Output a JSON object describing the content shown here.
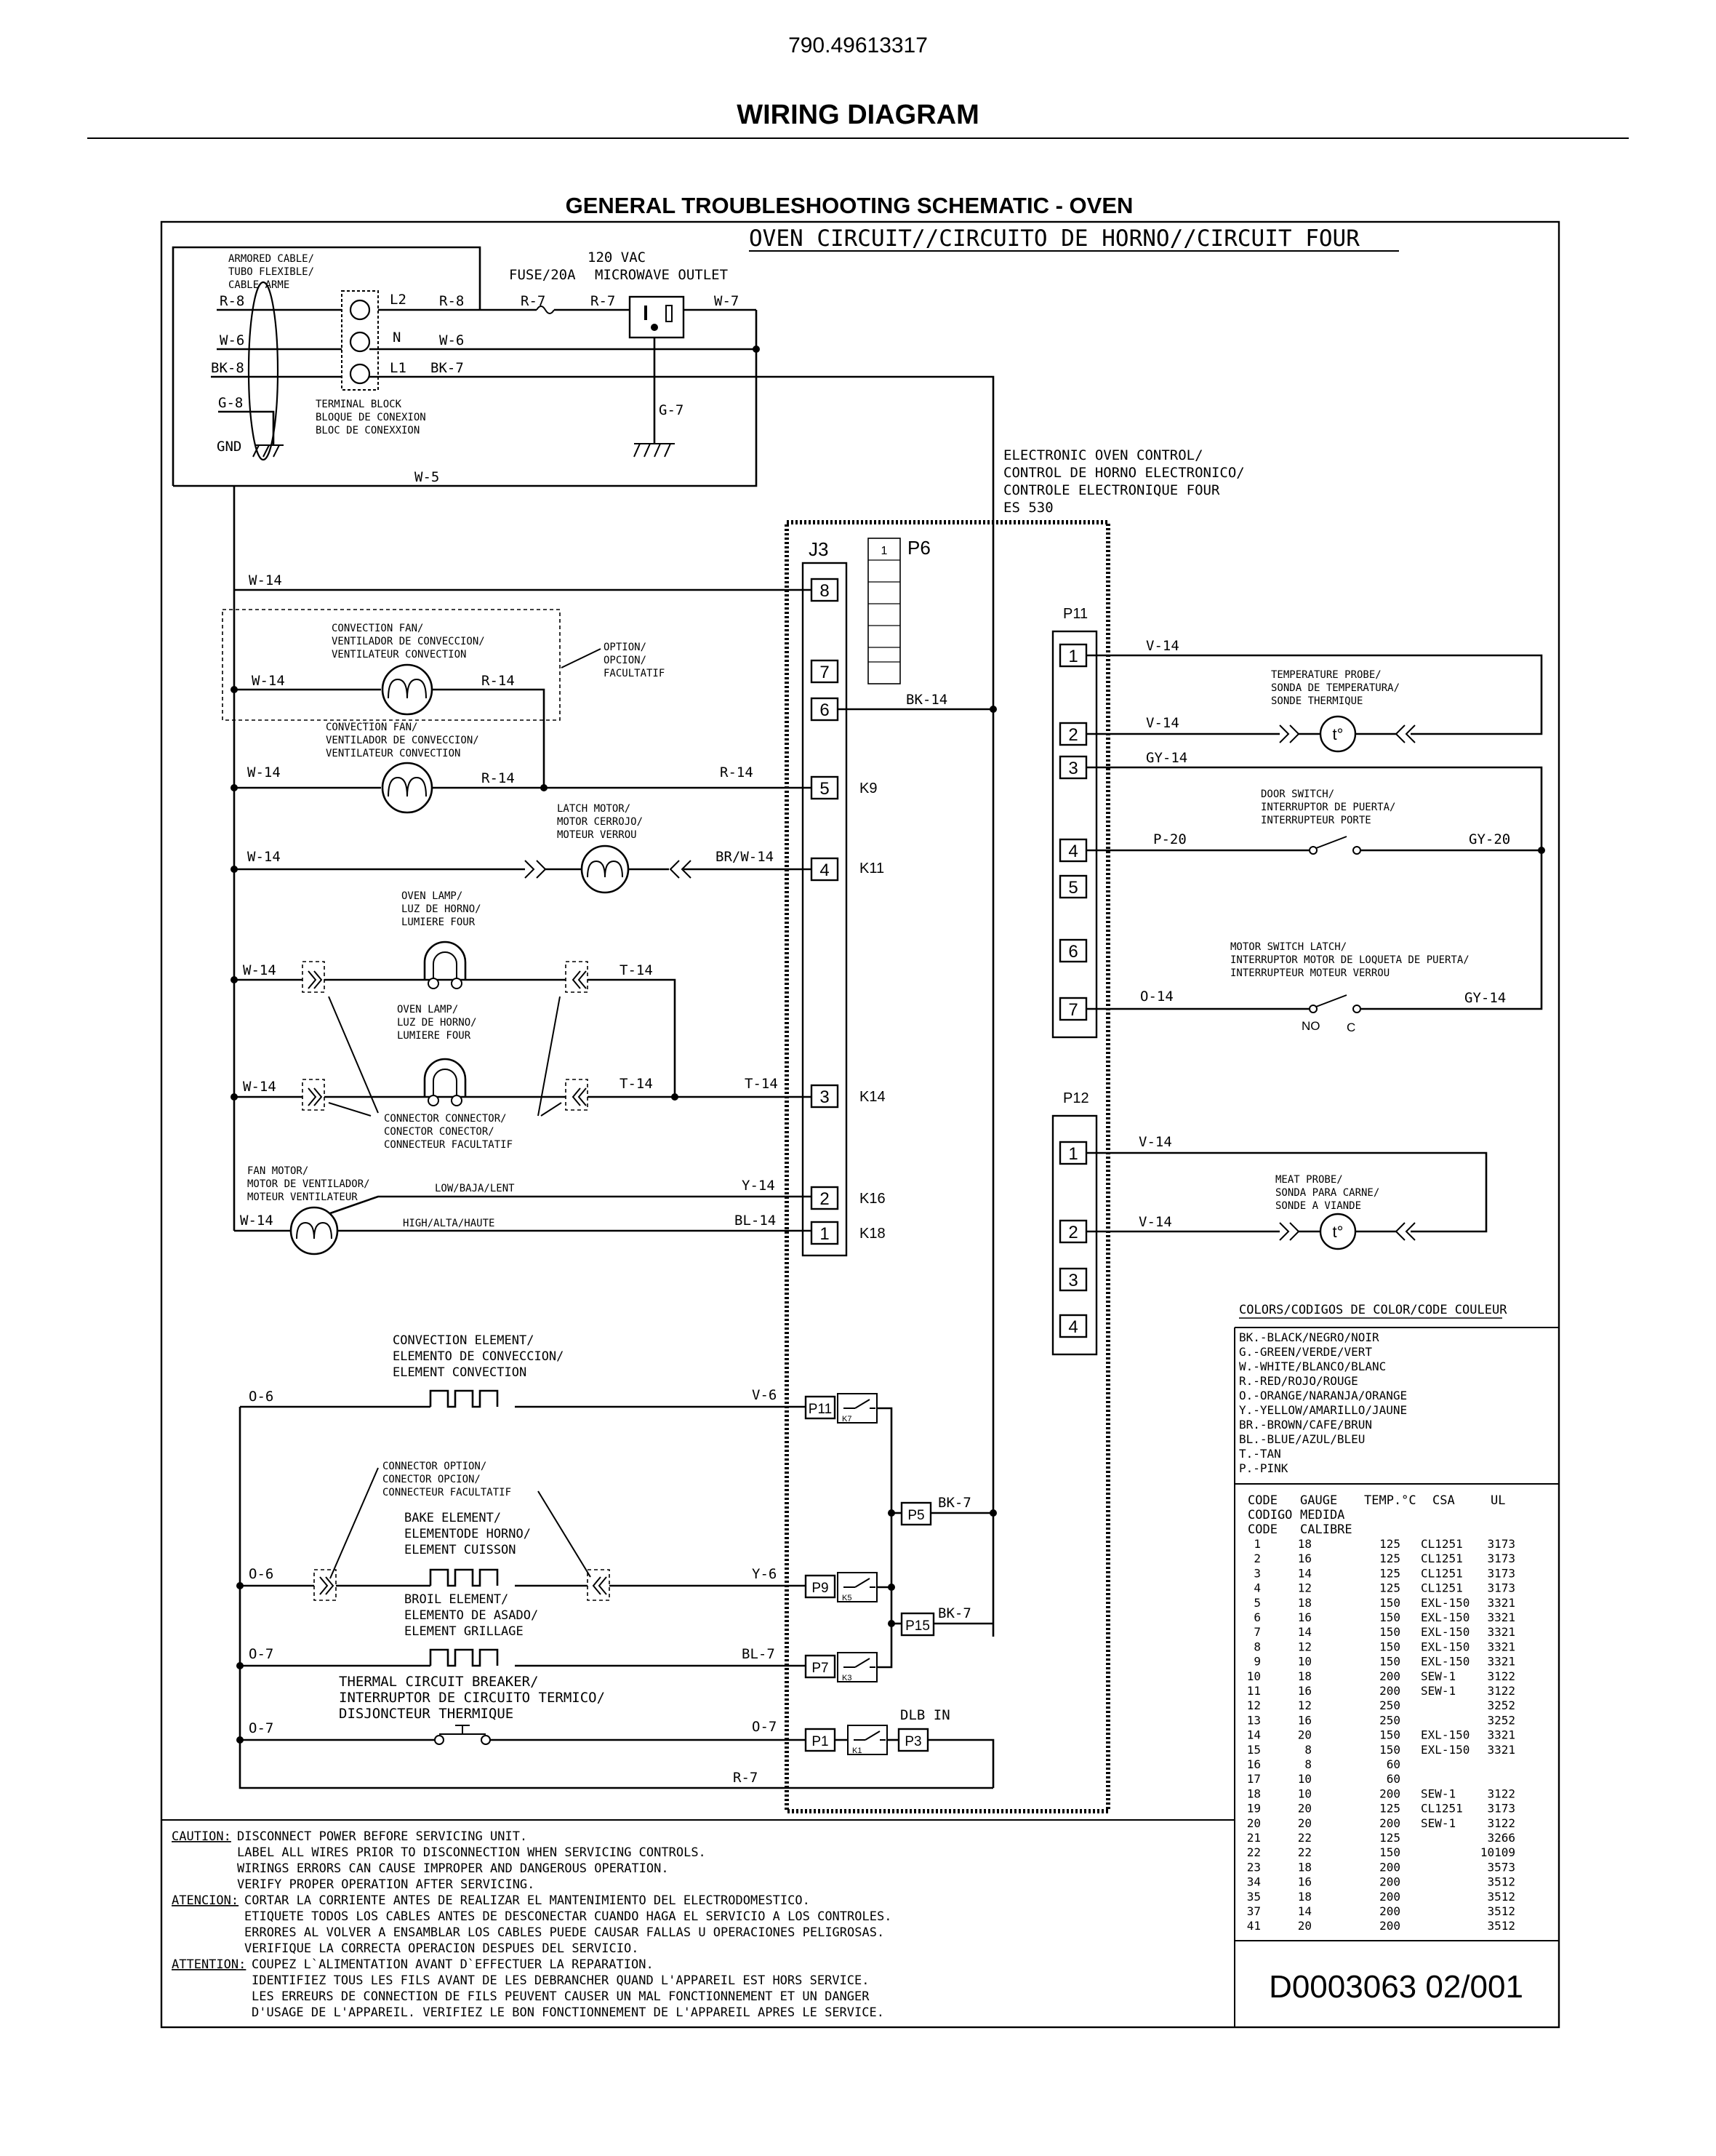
{
  "header": {
    "model_number": "790.49613317",
    "title": "WIRING DIAGRAM",
    "schematic_title": "GENERAL TROUBLESHOOTING SCHEMATIC - OVEN",
    "circuit_title": "OVEN CIRCUIT//CIRCUITO DE HORNO//CIRCUIT FOUR"
  },
  "supply": {
    "armored_cable": [
      "ARMORED CABLE/",
      "TUBO FLEXIBLE/",
      "CABLE ARME"
    ],
    "terminal_block": [
      "TERMINAL BLOCK",
      "BLOQUE DE CONEXION",
      "BLOC DE CONEXXION"
    ],
    "terminals": [
      "L2",
      "N",
      "L1"
    ],
    "gnd": "GND",
    "fuse": "FUSE/20A",
    "outlet": [
      "120 VAC",
      "MICROWAVE OUTLET"
    ]
  },
  "wires": {
    "r8": "R-8",
    "w6": "W-6",
    "bk8": "BK-8",
    "g8": "G-8",
    "bk7": "BK-7",
    "r7": "R-7",
    "w7": "W-7",
    "g7": "G-7",
    "w5": "W-5",
    "w14": "W-14",
    "r14": "R-14",
    "br_w14": "BR/W-14",
    "t14": "T-14",
    "y14": "Y-14",
    "bl14": "BL-14",
    "bk14": "BK-14",
    "o6": "O-6",
    "v6": "V-6",
    "y6": "Y-6",
    "o7": "O-7",
    "bl7": "BL-7",
    "v14": "V-14",
    "gy14": "GY-14",
    "p20": "P-20",
    "gy20": "GY-20",
    "o14": "O-14",
    "dlb_in": "DLB IN"
  },
  "control": {
    "label": [
      "ELECTRONIC OVEN CONTROL/",
      "CONTROL DE HORNO ELECTRONICO/",
      "CONTROLE ELECTRONIQUE FOUR",
      "ES 530"
    ],
    "j3": "J3",
    "j3_pins": [
      "8",
      "7",
      "6",
      "5",
      "4",
      "3",
      "2",
      "1"
    ],
    "p6": "P6",
    "p6_pin": "1",
    "relays": [
      "K9",
      "K11",
      "K14",
      "K16",
      "K18"
    ],
    "p11": "P11",
    "p11_pins": [
      "1",
      "2",
      "3",
      "4",
      "5",
      "6",
      "7"
    ],
    "p12": "P12",
    "p12_pins": [
      "1",
      "2",
      "3",
      "4"
    ],
    "lower_connectors": [
      "P11",
      "P9",
      "P7",
      "P1",
      "P5",
      "P15",
      "P3"
    ],
    "lower_relays": [
      "K7",
      "K5",
      "K3",
      "K1"
    ]
  },
  "components": {
    "convection_fan": [
      "CONVECTION FAN/",
      "VENTILADOR DE CONVECCION/",
      "VENTILATEUR CONVECTION"
    ],
    "option": [
      "OPTION/",
      "OPCION/",
      "FACULTATIF"
    ],
    "latch_motor": [
      "LATCH MOTOR/",
      "MOTOR CERROJO/",
      "MOTEUR VERROU"
    ],
    "oven_lamp": [
      "OVEN LAMP/",
      "LUZ DE HORNO/",
      "LUMIERE FOUR"
    ],
    "connector": [
      "CONNECTOR CONNECTOR/",
      "CONECTOR CONECTOR/",
      "CONNECTEUR FACULTATIF"
    ],
    "fan_motor": [
      "FAN MOTOR/",
      "MOTOR DE VENTILADOR/",
      "MOTEUR VENTILATEUR"
    ],
    "fan_speeds": [
      "LOW/BAJA/LENT",
      "HIGH/ALTA/HAUTE"
    ],
    "convection_element": [
      "CONVECTION ELEMENT/",
      "ELEMENTO DE CONVECCION/",
      "ELEMENT CONVECTION"
    ],
    "connector_option": [
      "CONNECTOR OPTION/",
      "CONECTOR OPCION/",
      "CONNECTEUR FACULTATIF"
    ],
    "bake_element": [
      "BAKE ELEMENT/",
      "ELEMENTODE HORNO/",
      "ELEMENT CUISSON"
    ],
    "broil_element": [
      "BROIL ELEMENT/",
      "ELEMENTO DE ASADO/",
      "ELEMENT GRILLAGE"
    ],
    "thermal_breaker": [
      "THERMAL CIRCUIT BREAKER/",
      "INTERRUPTOR DE CIRCUITO TERMICO/",
      "DISJONCTEUR THERMIQUE"
    ],
    "temperature_probe": [
      "TEMPERATURE PROBE/",
      "SONDA DE TEMPERATURA/",
      "SONDE THERMIQUE"
    ],
    "door_switch": [
      "DOOR SWITCH/",
      "INTERRUPTOR DE PUERTA/",
      "INTERRUPTEUR PORTE"
    ],
    "motor_switch_latch": [
      "MOTOR SWITCH LATCH/",
      "INTERRUPTOR MOTOR DE LOQUETA DE PUERTA/",
      "INTERRUPTEUR MOTEUR VERROU"
    ],
    "no": "NO",
    "c": "C",
    "meat_probe": [
      "MEAT PROBE/",
      "SONDA PARA CARNE/",
      "SONDE A VIANDE"
    ],
    "probe_symbol": "t°"
  },
  "color_codes": {
    "title": "COLORS/CODIGOS DE COLOR/CODE COULEUR",
    "items": [
      "BK.-BLACK/NEGRO/NOIR",
      "G.-GREEN/VERDE/VERT",
      "W.-WHITE/BLANCO/BLANC",
      "R.-RED/ROJO/ROUGE",
      "O.-ORANGE/NARANJA/ORANGE",
      "Y.-YELLOW/AMARILLO/JAUNE",
      "BR.-BROWN/CAFE/BRUN",
      "BL.-BLUE/AZUL/BLEU",
      "T.-TAN",
      "P.-PINK"
    ]
  },
  "gauge_table": {
    "headers": [
      "CODE",
      "GAUGE",
      "TEMP.°C",
      "CSA",
      "UL"
    ],
    "headers2": [
      "CODIGO",
      "MEDIDA"
    ],
    "headers3": [
      "CODE",
      "CALIBRE"
    ],
    "rows": [
      [
        "1",
        "18",
        "125",
        "CL1251",
        "3173"
      ],
      [
        "2",
        "16",
        "125",
        "CL1251",
        "3173"
      ],
      [
        "3",
        "14",
        "125",
        "CL1251",
        "3173"
      ],
      [
        "4",
        "12",
        "125",
        "CL1251",
        "3173"
      ],
      [
        "5",
        "18",
        "150",
        "EXL-150",
        "3321"
      ],
      [
        "6",
        "16",
        "150",
        "EXL-150",
        "3321"
      ],
      [
        "7",
        "14",
        "150",
        "EXL-150",
        "3321"
      ],
      [
        "8",
        "12",
        "150",
        "EXL-150",
        "3321"
      ],
      [
        "9",
        "10",
        "150",
        "EXL-150",
        "3321"
      ],
      [
        "10",
        "18",
        "200",
        "SEW-1",
        "3122"
      ],
      [
        "11",
        "16",
        "200",
        "SEW-1",
        "3122"
      ],
      [
        "12",
        "12",
        "250",
        "",
        "3252"
      ],
      [
        "13",
        "16",
        "250",
        "",
        "3252"
      ],
      [
        "14",
        "20",
        "150",
        "EXL-150",
        "3321"
      ],
      [
        "15",
        "8",
        "150",
        "EXL-150",
        "3321"
      ],
      [
        "16",
        "8",
        "60",
        "",
        ""
      ],
      [
        "17",
        "10",
        "60",
        "",
        ""
      ],
      [
        "18",
        "10",
        "200",
        "SEW-1",
        "3122"
      ],
      [
        "19",
        "20",
        "125",
        "CL1251",
        "3173"
      ],
      [
        "20",
        "20",
        "200",
        "SEW-1",
        "3122"
      ],
      [
        "21",
        "22",
        "125",
        "",
        "3266"
      ],
      [
        "22",
        "22",
        "150",
        "",
        "10109"
      ],
      [
        "23",
        "18",
        "200",
        "",
        "3573"
      ],
      [
        "34",
        "16",
        "200",
        "",
        "3512"
      ],
      [
        "35",
        "18",
        "200",
        "",
        "3512"
      ],
      [
        "37",
        "14",
        "200",
        "",
        "3512"
      ],
      [
        "41",
        "20",
        "200",
        "",
        "3512"
      ]
    ]
  },
  "notes": {
    "caution_label": "CAUTION:",
    "caution": [
      "DISCONNECT POWER BEFORE SERVICING UNIT.",
      "LABEL ALL WIRES PRIOR TO DISCONNECTION WHEN SERVICING CONTROLS.",
      "WIRINGS ERRORS CAN CAUSE IMPROPER AND DANGEROUS OPERATION.",
      "VERIFY PROPER OPERATION AFTER SERVICING."
    ],
    "atencion_label": "ATENCION:",
    "atencion": [
      "CORTAR LA CORRIENTE ANTES DE REALIZAR EL MANTENIMIENTO DEL ELECTRODOMESTICO.",
      "ETIQUETE TODOS LOS CABLES ANTES DE DESCONECTAR CUANDO HAGA EL SERVICIO A LOS CONTROLES.",
      "ERRORES AL VOLVER A ENSAMBLAR LOS CABLES PUEDE CAUSAR FALLAS U OPERACIONES PELIGROSAS.",
      "VERIFIQUE LA CORRECTA OPERACION DESPUES DEL SERVICIO."
    ],
    "attention_label": "ATTENTION:",
    "attention": [
      "COUPEZ L`ALIMENTATION AVANT D`EFFECTUER LA REPARATION.",
      "IDENTIFIEZ TOUS LES FILS AVANT DE LES DEBRANCHER QUAND L'APPAREIL EST HORS SERVICE.",
      "LES ERREURS DE CONNECTION DE FILS PEUVENT CAUSER UN MAL FONCTIONNEMENT ET UN DANGER",
      "D'USAGE DE L'APPAREIL. VERIFIEZ LE BON FONCTIONNEMENT DE L'APPAREIL APRES LE SERVICE."
    ]
  },
  "doc_number": "D0003063  02/001"
}
